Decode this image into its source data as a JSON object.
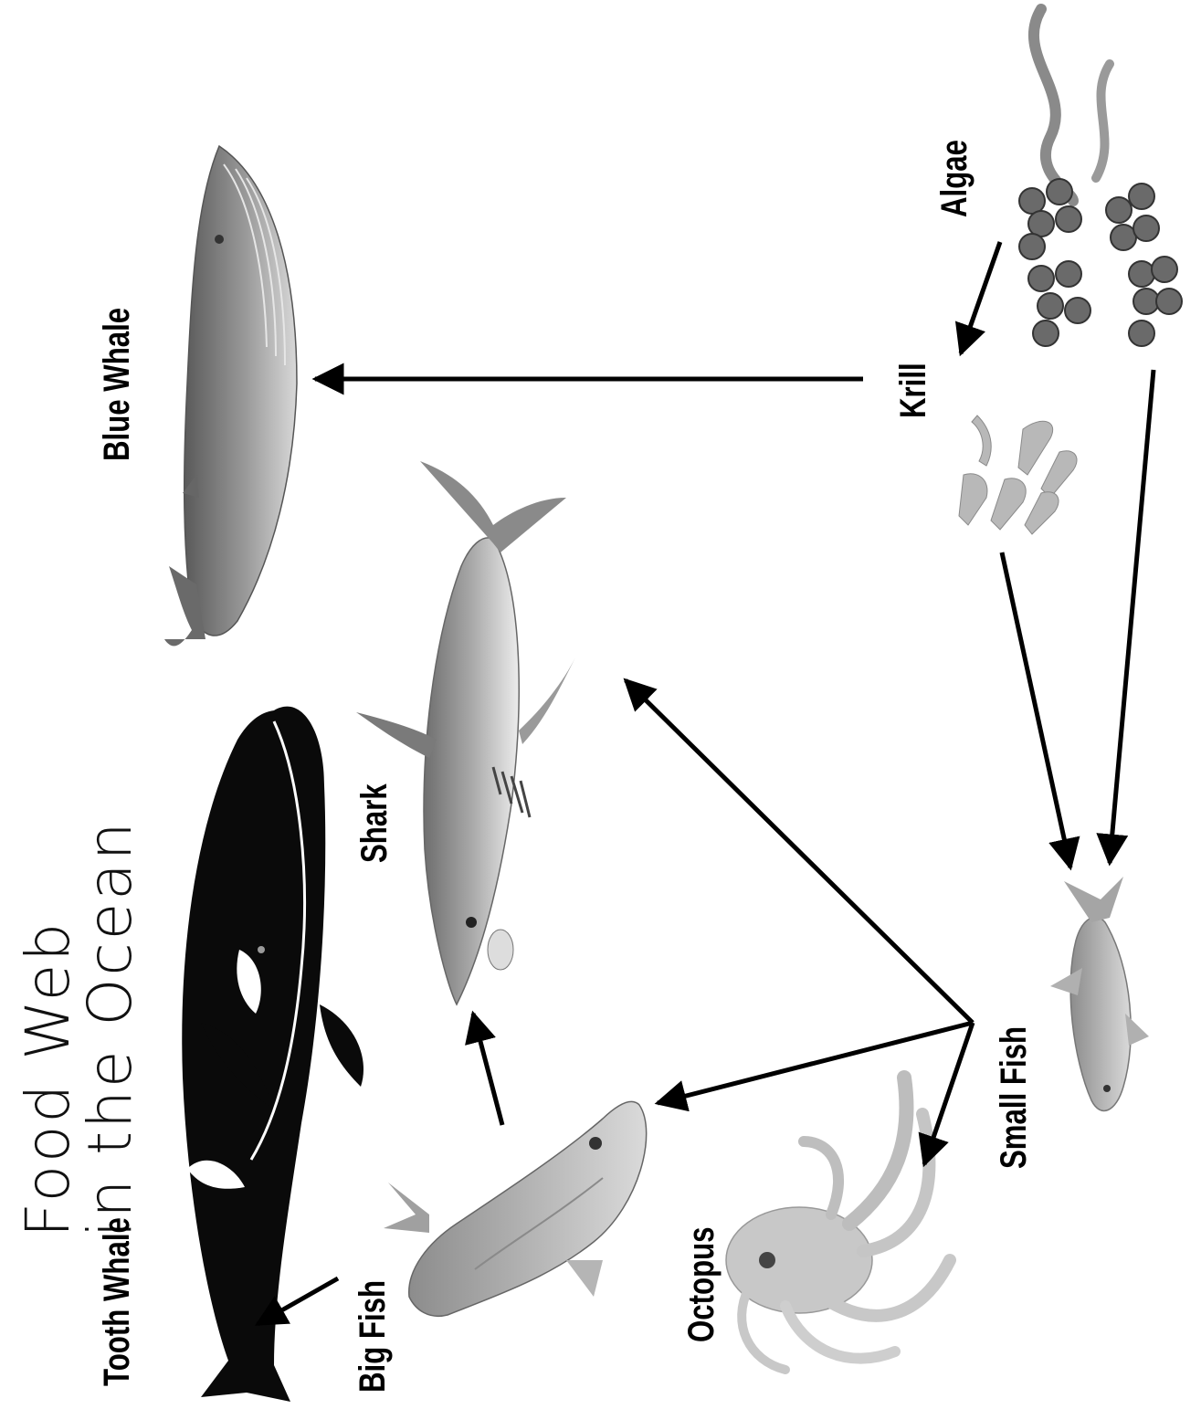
{
  "title": {
    "line1": "Food Web",
    "line2": "in the Ocean"
  },
  "organisms": {
    "tooth_whale": "Tooth Whale",
    "big_fish": "Big Fish",
    "octopus": "Octopus",
    "small_fish": "Small Fish",
    "shark": "Shark",
    "blue_whale": "Blue Whale",
    "krill": "Krill",
    "algae": "Algae"
  },
  "links": [
    {
      "from": "Algae",
      "to": "Krill"
    },
    {
      "from": "Krill",
      "to": "Blue Whale"
    },
    {
      "from": "Krill",
      "to": "Small Fish"
    },
    {
      "from": "Algae",
      "to": "Small Fish"
    },
    {
      "from": "Small Fish",
      "to": "Shark"
    },
    {
      "from": "Small Fish",
      "to": "Big Fish"
    },
    {
      "from": "Small Fish",
      "to": "Octopus"
    },
    {
      "from": "Big Fish",
      "to": "Shark"
    },
    {
      "from": "Big Fish",
      "to": "Tooth Whale"
    }
  ]
}
